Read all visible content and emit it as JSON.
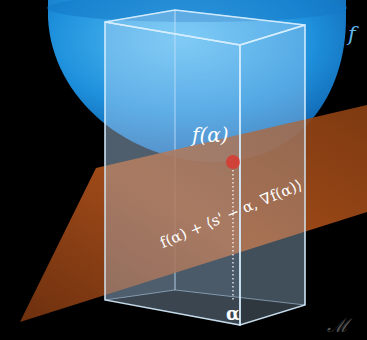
{
  "diagram": {
    "labels": [
      "f",
      "f(α)",
      "f(α) + ⟨s' − α, ∇f(α)⟩",
      "α",
      "ℳ"
    ]
  }
}
